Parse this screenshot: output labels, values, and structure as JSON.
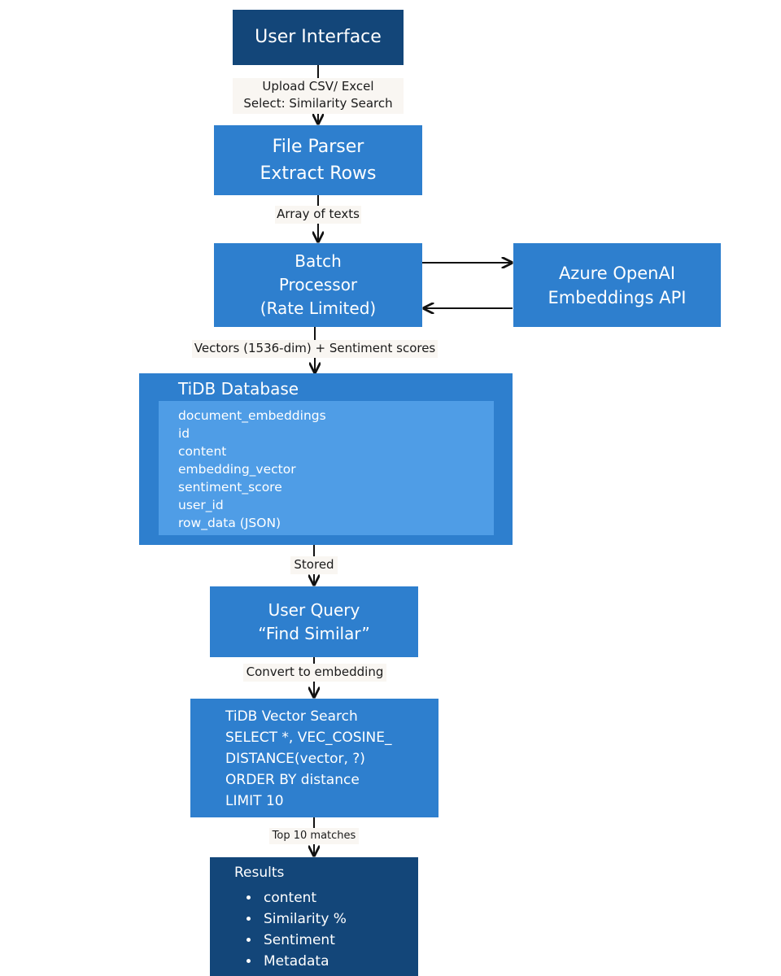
{
  "nodes": {
    "user_interface": "User Interface",
    "file_parser": [
      "File Parser",
      "Extract Rows"
    ],
    "batch_processor": [
      "Batch",
      "Processor",
      "(Rate Limited)"
    ],
    "azure_openai": [
      "Azure OpenAI",
      "Embeddings API"
    ],
    "tidb_database": {
      "title": "TiDB Database",
      "fields": [
        "document_embeddings",
        "id",
        "content",
        "embedding_vector",
        "sentiment_score",
        "user_id",
        "row_data (JSON)"
      ]
    },
    "user_query": [
      "User Query",
      "“Find Similar”"
    ],
    "vector_search": [
      "TiDB Vector Search",
      "SELECT *, VEC_COSINE_",
      "DISTANCE(vector, ?)",
      "ORDER BY distance",
      "LIMIT 10"
    ],
    "results": {
      "title": "Results",
      "items": [
        "content",
        "Similarity %",
        "Sentiment",
        "Metadata"
      ]
    }
  },
  "edges": {
    "upload": [
      "Upload CSV/ Excel",
      "Select: Similarity Search"
    ],
    "array_of_texts": "Array of texts",
    "vectors": "Vectors (1536-dim) + Sentiment scores",
    "stored": "Stored",
    "convert": "Convert to embedding",
    "top10": "Top 10 matches"
  },
  "colors": {
    "dark_node": "#134679",
    "mid_node": "#2e7fce",
    "light_panel": "#4f9de6",
    "label_bg": "#f9f6f2"
  }
}
